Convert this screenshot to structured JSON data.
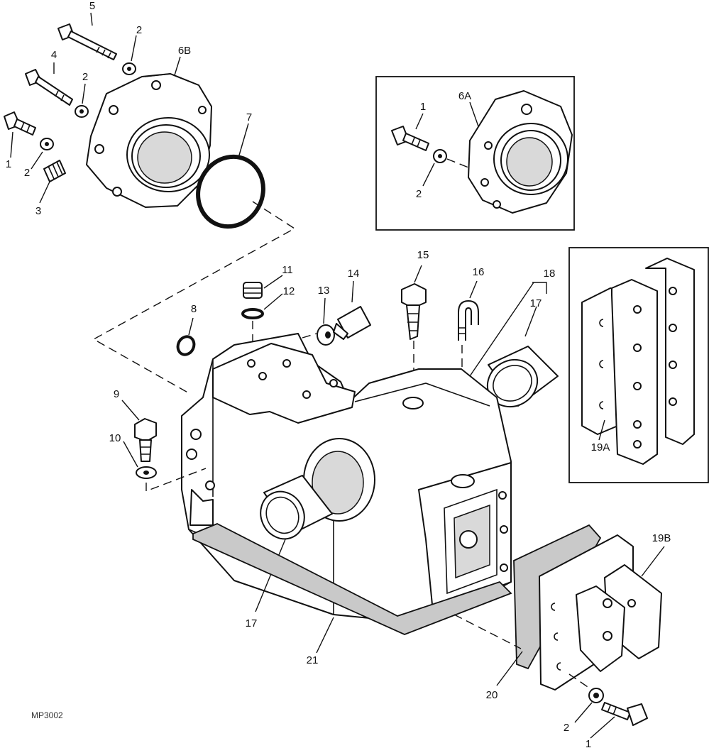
{
  "figure_code": "MP3002",
  "main_labels": {
    "l5": "5",
    "l2a": "2",
    "l6b": "6B",
    "l4": "4",
    "l2b": "2",
    "l1": "1",
    "l2c": "2",
    "l3": "3",
    "l7": "7",
    "l11": "11",
    "l12": "12",
    "l8": "8",
    "l13": "13",
    "l14": "14",
    "l15": "15",
    "l16": "16",
    "l18": "18",
    "l17a": "17",
    "l9": "9",
    "l10": "10",
    "l17b": "17",
    "l21": "21",
    "l19b": "19B",
    "l20": "20",
    "l2d": "2",
    "l1b": "1"
  },
  "inset_6a": {
    "l1": "1",
    "l6a": "6A",
    "l2": "2"
  },
  "inset_19a": {
    "l19a": "19A"
  }
}
